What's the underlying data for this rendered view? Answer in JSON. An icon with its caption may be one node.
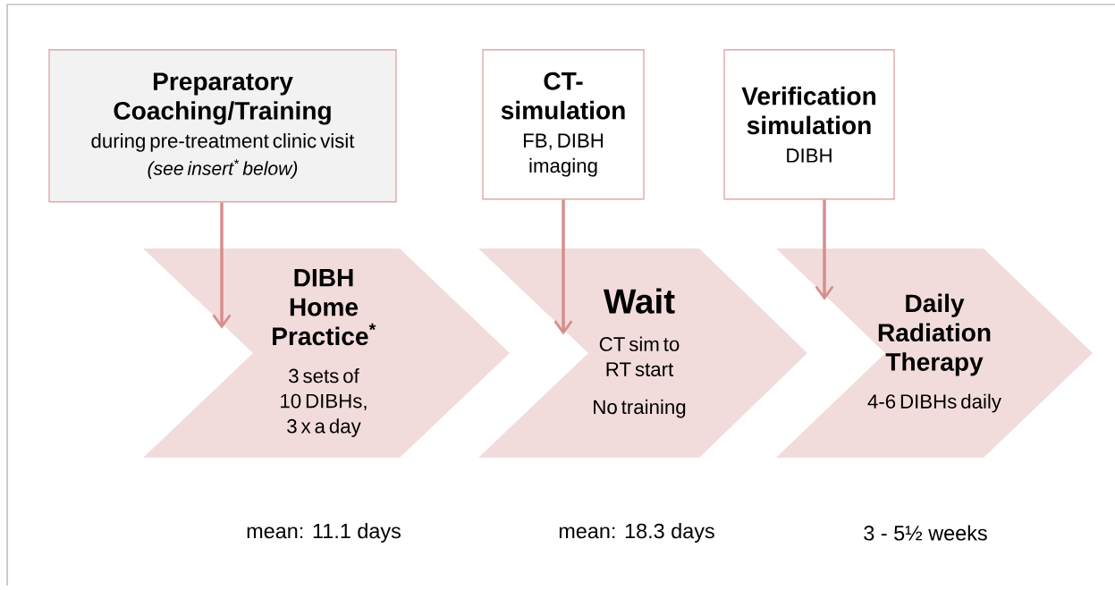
{
  "diagram": {
    "nodes": [
      {
        "text": [
          "Preparatory Coaching/Training",
          "during pre-treatment clinic visit",
          "(see insert$^{*}$ below)"
        ]
      },
      {
        "text": [
          "CT-simulation",
          "FB, DIBH imaging"
        ]
      },
      {
        "text": [
          "Verification simulation",
          "DIBH"
        ]
      },
      {
        "text": [
          "DIBH Home Practice$^{*}$",
          "3 sets of 10 DIBHs, 3 x a day"
        ],
        "beside": [
          "mean: 11.1 days"
        ]
      },
      {
        "text": [
          "Wait",
          "CT sim to RT start",
          "No training"
        ],
        "beside": [
          "mean: 18.3 days"
        ]
      },
      {
        "text": [
          "Daily Radiation Therapy",
          "4-6 DIBHs daily"
        ],
        "beside": [
          "3 - 5½ weeks"
        ]
      }
    ],
    "edges": [
      {
        "from": 0,
        "to": 3,
        "arrow": "to"
      },
      {
        "from": 1,
        "to": 4,
        "arrow": "to"
      },
      {
        "from": 2,
        "to": 5,
        "arrow": "to"
      }
    ]
  }
}
